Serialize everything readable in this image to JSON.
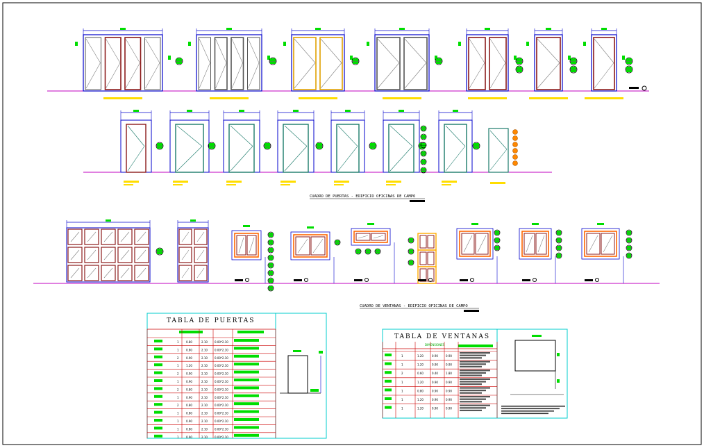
{
  "titles": {
    "doors_schedule": "CUADRO DE PUERTAS - EDIFICIO OFICINAS DE CAMPO",
    "windows_schedule": "CUADRO DE VENTANAS - EDIFICIO OFICINAS DE CAMPO"
  },
  "door_table": {
    "title": "TABLA DE PUERTAS",
    "rows": [
      {
        "qty": "1",
        "w": "0.80",
        "h": "2.10",
        "finish": "0.00*2.10"
      },
      {
        "qty": "1",
        "w": "0.80",
        "h": "2.10",
        "finish": "0.00*2.10"
      },
      {
        "qty": "2",
        "w": "0.90",
        "h": "2.10",
        "finish": "0.00*2.10"
      },
      {
        "qty": "1",
        "w": "1.20",
        "h": "2.10",
        "finish": "0.00*2.10"
      },
      {
        "qty": "2",
        "w": "0.90",
        "h": "2.10",
        "finish": "0.00*2.10"
      },
      {
        "qty": "1",
        "w": "0.90",
        "h": "2.10",
        "finish": "0.00*2.10"
      },
      {
        "qty": "2",
        "w": "0.80",
        "h": "2.10",
        "finish": "0.00*2.10"
      },
      {
        "qty": "1",
        "w": "0.90",
        "h": "2.10",
        "finish": "0.00*2.10"
      },
      {
        "qty": "2",
        "w": "0.80",
        "h": "2.10",
        "finish": "0.00*2.10"
      },
      {
        "qty": "1",
        "w": "0.80",
        "h": "2.10",
        "finish": "0.00*2.10"
      },
      {
        "qty": "1",
        "w": "0.90",
        "h": "2.10",
        "finish": "0.00*2.10"
      },
      {
        "qty": "1",
        "w": "0.80",
        "h": "2.10",
        "finish": "0.00*2.10"
      },
      {
        "qty": "1",
        "w": "0.90",
        "h": "2.10",
        "finish": "0.00*2.10"
      }
    ]
  },
  "window_table": {
    "title": "TABLA DE VENTANAS",
    "header": "DIMENSIONES",
    "rows": [
      {
        "qty": "1",
        "w": "1.20",
        "h": "0.90",
        "s": "0.90"
      },
      {
        "qty": "1",
        "w": "1.20",
        "h": "0.90",
        "s": "0.90"
      },
      {
        "qty": "2",
        "w": "0.60",
        "h": "0.40",
        "s": "1.80"
      },
      {
        "qty": "1",
        "w": "1.20",
        "h": "0.90",
        "s": "0.90"
      },
      {
        "qty": "1",
        "w": "0.80",
        "h": "0.90",
        "s": "0.90"
      },
      {
        "qty": "1",
        "w": "1.20",
        "h": "0.90",
        "s": "0.90"
      },
      {
        "qty": "1",
        "w": "1.20",
        "h": "0.90",
        "s": "0.90"
      }
    ]
  },
  "colors": {
    "dim": "#0000cc",
    "tag": "#00dd00",
    "floor": "#c000c0",
    "frame": "#8b1a1a",
    "grid": "#cc0000",
    "table": "#00cccc",
    "glass": "#808080",
    "door_wood": "#e0a000"
  }
}
